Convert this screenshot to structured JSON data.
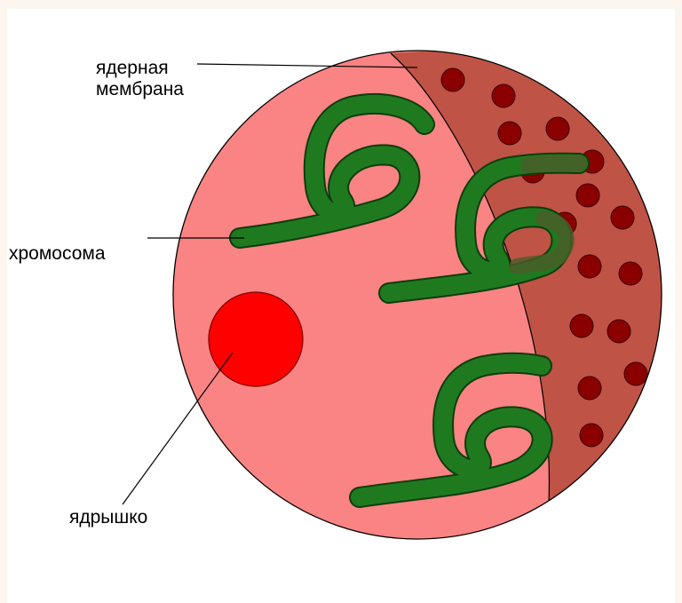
{
  "labels": {
    "membrane_line1": "ядерная",
    "membrane_line2": "мембрана",
    "chromosome": "хромосома",
    "nucleolus": "ядрышко"
  },
  "colors": {
    "background": "#fdf6ee",
    "panel": "#ffffff",
    "nucleus_fill": "#fa8383",
    "membrane_fill": "#bf5346",
    "pore_fill": "#8a0000",
    "chromosome_fill": "#1f7a1f",
    "chromosome_outline": "#0d3d0d",
    "nucleolus_fill": "#ff0000",
    "outline": "#000000"
  },
  "icons": {
    "pore": "dark-red-dot",
    "chromosome": "green-coil",
    "nucleolus": "red-disc"
  }
}
